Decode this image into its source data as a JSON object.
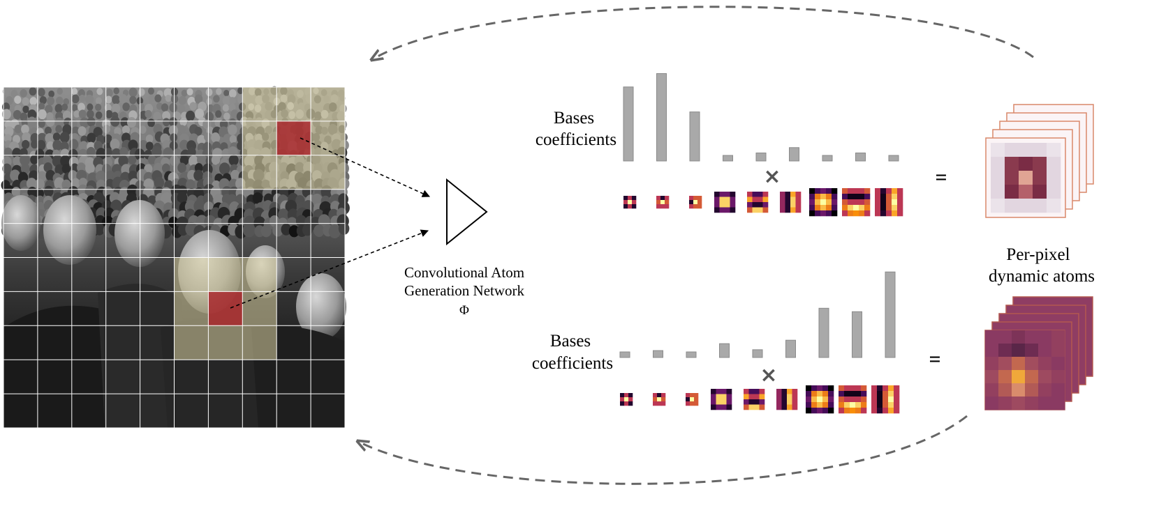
{
  "labels": {
    "network_line1": "Convolutional Atom",
    "network_line2": "Generation Network",
    "network_symbol": "Φ",
    "coef_top_line1": "Bases",
    "coef_top_line2": "coefficients",
    "coef_bottom_line1": "Bases",
    "coef_bottom_line2": "coefficients",
    "atoms_line1": "Per-pixel",
    "atoms_line2": "dynamic atoms",
    "times": "×",
    "equals": "="
  },
  "bar_groups": {
    "top": [
      0.83,
      0.98,
      0.55,
      0.06,
      0.09,
      0.15,
      0.06,
      0.09,
      0.06
    ],
    "bottom": [
      0.06,
      0.08,
      0.06,
      0.16,
      0.09,
      0.2,
      0.57,
      0.53,
      0.99
    ]
  },
  "colors": {
    "bar": "#a9a9a9",
    "bar_stroke": "#8a8a8a",
    "grid": "#ffffff",
    "highlight_red": "#a8232a",
    "highlight_tint": "#d9cfa0",
    "arc": "#666666",
    "atom_top_border": "#d9886a",
    "atom_bottom_border": "#b4584f"
  }
}
